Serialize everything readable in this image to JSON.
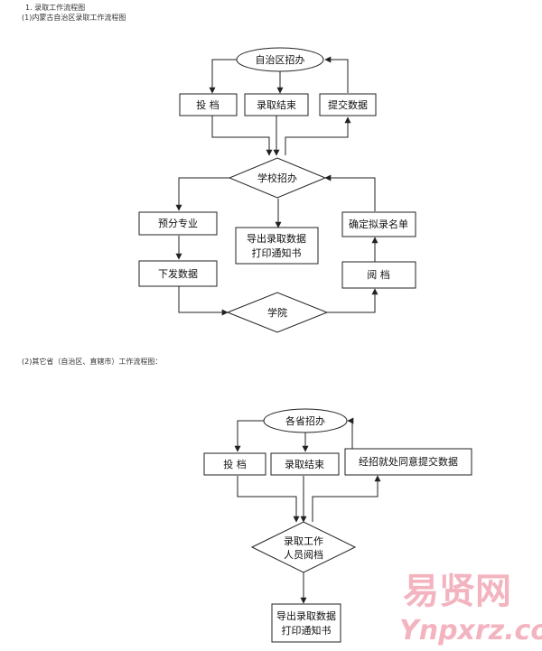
{
  "headings": {
    "section": "1. 录取工作流程图",
    "part1": "(1)内蒙古自治区录取工作流程图",
    "part2": "(2)其它省（自治区、直辖市）工作流程图："
  },
  "flow1": {
    "start": "自治区招办",
    "toudang": "投 档",
    "luqu_jieshu": "录取结束",
    "tijiao": "提交数据",
    "school": "学校招办",
    "yufen": "预分专业",
    "daochu_line1": "导出录取数据",
    "daochu_line2": "打印通知书",
    "queding": "确定拟录名单",
    "xiafa": "下发数据",
    "yuedang": "阅 档",
    "college": "学院"
  },
  "flow2": {
    "start": "各省招办",
    "toudang": "投 档",
    "luqu_jieshu": "录取结束",
    "jingzhao": "经招就处同意提交数据",
    "staff_line1": "录取工作",
    "staff_line2": "人员阅档",
    "daochu_line1": "导出录取数据",
    "daochu_line2": "打印通知书"
  },
  "watermark": {
    "line1": "易贤网",
    "line2": "Ynpxrz.com"
  },
  "colors": {
    "line": "#222222",
    "watermark": "#f2a7b6"
  }
}
